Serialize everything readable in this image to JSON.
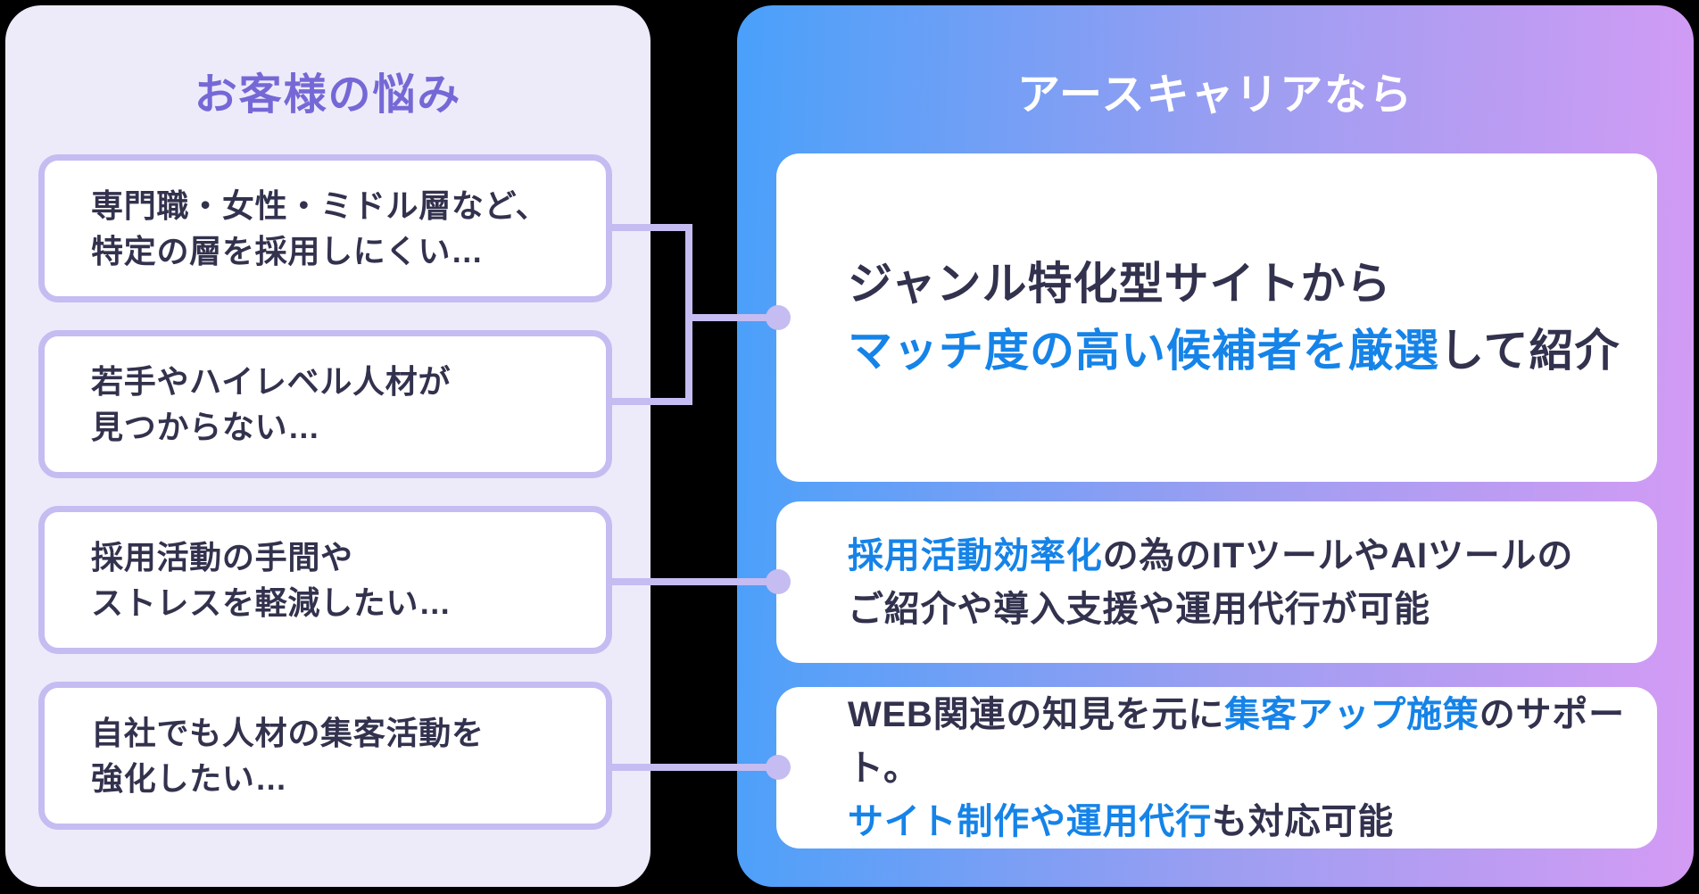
{
  "colors": {
    "page_bg": "#000000",
    "left_panel_bg": "#EDEBFA",
    "left_title": "#7568D6",
    "box_border": "#C5BCF2",
    "box_bg": "#FFFFFF",
    "text_dark": "#32324E",
    "accent_blue": "#1583E8",
    "connector": "#C5BCF2",
    "grad_start": "#49A0FA",
    "grad_mid": "#9C9EF1",
    "grad_end": "#D49BF4",
    "right_title": "#FFFFFF"
  },
  "left_panel": {
    "title": "お客様の悩み",
    "boxes": [
      {
        "lines": [
          "専門職・女性・ミドル層など、",
          "特定の層を採用しにくい…"
        ]
      },
      {
        "lines": [
          "若手やハイレベル人材が",
          "見つからない…"
        ]
      },
      {
        "lines": [
          "採用活動の手間や",
          "ストレスを軽減したい…"
        ]
      },
      {
        "lines": [
          "自社でも人材の集客活動を",
          "強化したい…"
        ]
      }
    ]
  },
  "right_panel": {
    "title": "アースキャリアなら",
    "boxes": [
      {
        "segments": [
          {
            "t": "ジャンル特化型サイトから",
            "c": "dark"
          },
          {
            "br": true
          },
          {
            "t": "マッチ度の高い候補者を厳選",
            "c": "blue"
          },
          {
            "t": "して紹介",
            "c": "dark"
          }
        ]
      },
      {
        "segments": [
          {
            "t": "採用活動効率化",
            "c": "blue"
          },
          {
            "t": "の為のITツールやAIツールの",
            "c": "dark"
          },
          {
            "br": true
          },
          {
            "t": "ご紹介や導入支援や運用代行が可能",
            "c": "dark"
          }
        ]
      },
      {
        "segments": [
          {
            "t": "WEB関連の知見を元に",
            "c": "dark"
          },
          {
            "t": "集客アップ施策",
            "c": "blue"
          },
          {
            "t": "のサポート。",
            "c": "dark"
          },
          {
            "br": true
          },
          {
            "t": "サイト制作や運用代行",
            "c": "blue"
          },
          {
            "t": "も対応可能",
            "c": "dark"
          }
        ]
      }
    ]
  }
}
